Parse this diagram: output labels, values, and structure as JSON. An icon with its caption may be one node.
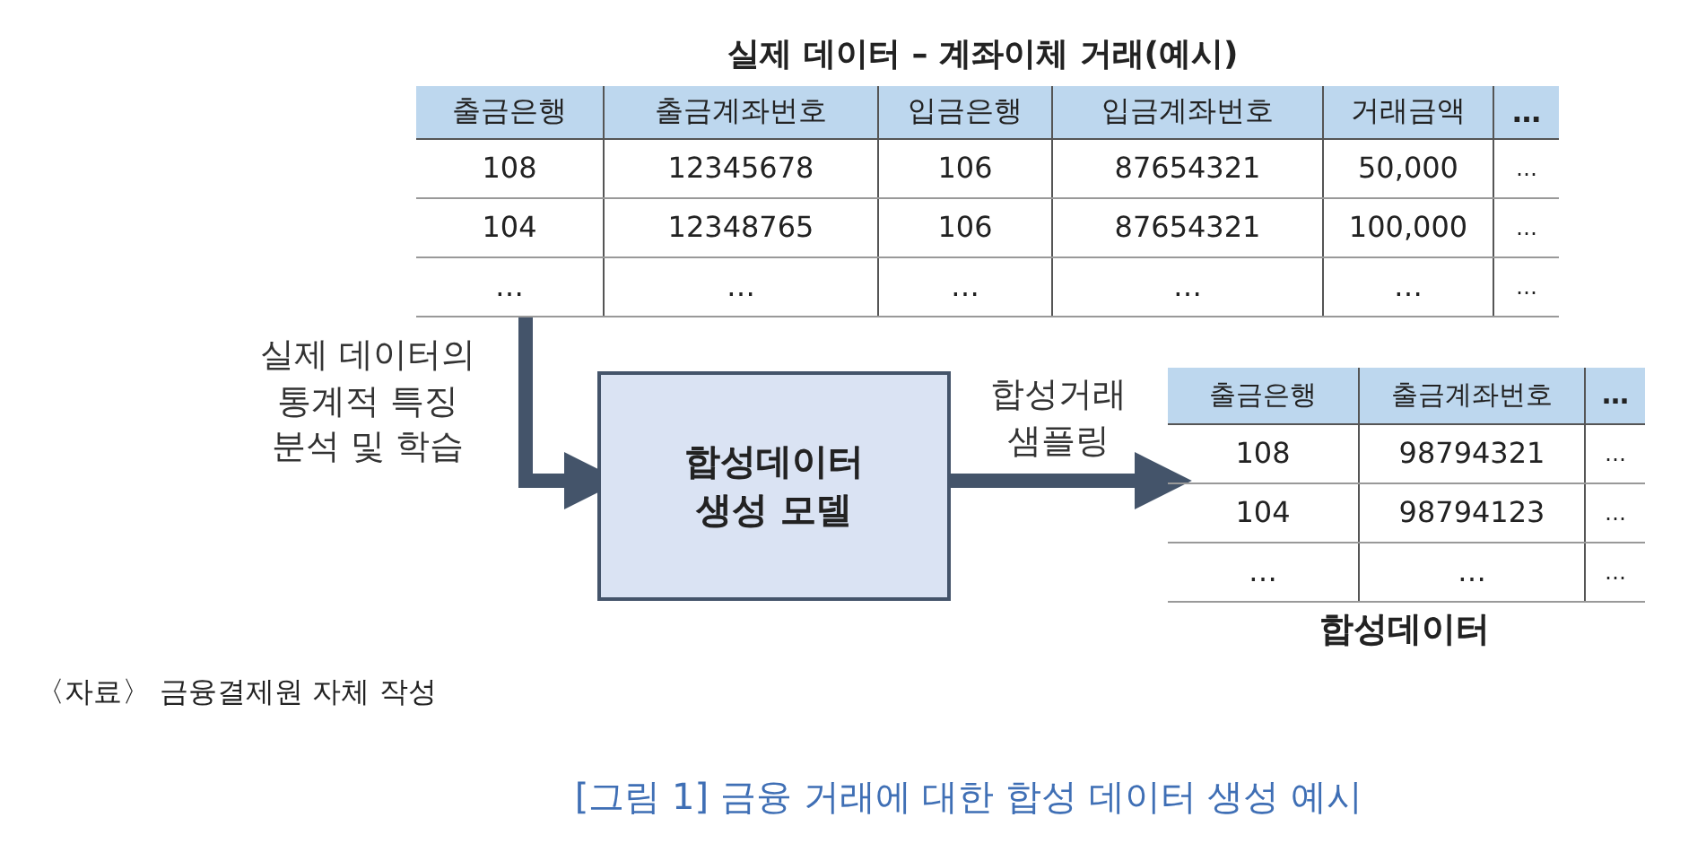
{
  "diagram": {
    "caption": "[그림 1] 금융 거래에 대한 합성 데이터 생성 예시",
    "nodes": [
      {
        "text": [
          "실제 데이터 – 계좌이체 거래(예시)"
        ]
      },
      {
        "text": [
          "합성데이터 생성 모델"
        ]
      },
      {
        "text": [
          "합성데이터"
        ]
      }
    ],
    "edges": [
      {
        "from": 0,
        "to": 1,
        "arrow": "to",
        "label": "실제 데이터의 통계적 특징 분석 및 학습"
      },
      {
        "from": 1,
        "to": 2,
        "arrow": "to",
        "label": "합성거래 샘플링"
      }
    ],
    "labels": [
      "출금은행",
      "출금계좌번호",
      "입금은행",
      "입금계좌번호",
      "거래금액",
      "…",
      "108",
      "12345678",
      "106",
      "87654321",
      "50,000",
      "…",
      "104",
      "12348765",
      "106",
      "87654321",
      "100,000",
      "…",
      "…",
      "…",
      "…",
      "…",
      "…",
      "…",
      "출금은행",
      "출금계좌번호",
      "…",
      "108",
      "98794321",
      "…",
      "104",
      "98794123",
      "…",
      "…",
      "…",
      "…",
      "〈자료〉 금융결제원 자체 작성"
    ]
  }
}
